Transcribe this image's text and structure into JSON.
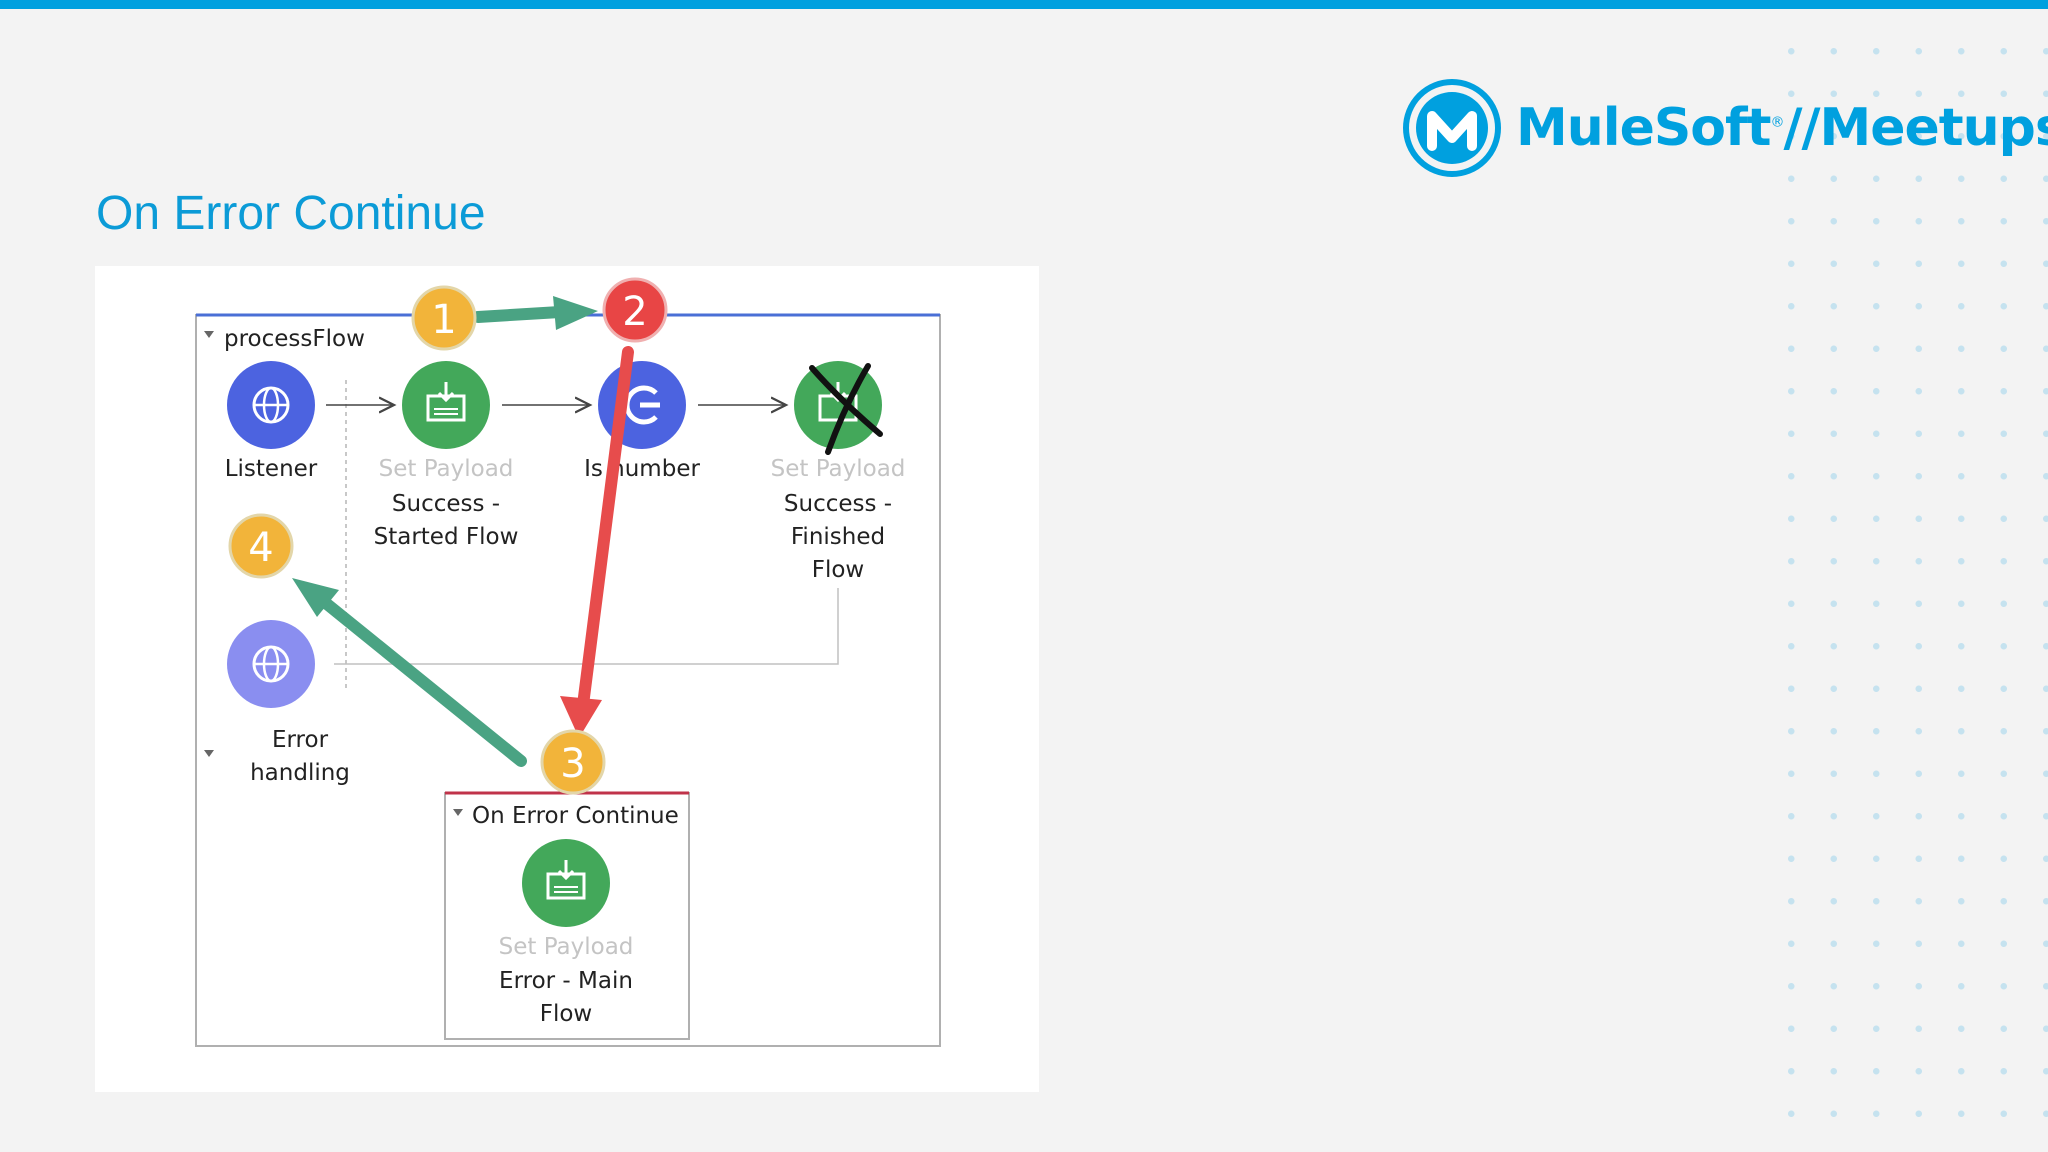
{
  "slide": {
    "title": "On Error Continue",
    "accent_color": "#00a0df"
  },
  "logo": {
    "icon": "mulesoft-m-icon",
    "brand": "MuleSoft",
    "separator": "//",
    "suffix": "Meetups",
    "registered_mark": "®"
  },
  "diagram": {
    "flow_name": "processFlow",
    "steps": {
      "listener": {
        "label": "Listener",
        "icon": "globe-icon"
      },
      "set_payload_start": {
        "type": "Set Payload",
        "line1": "Success -",
        "line2": "Started Flow",
        "icon": "set-payload-icon"
      },
      "is_number": {
        "label": "Is number",
        "icon": "validation-icon"
      },
      "set_payload_finish": {
        "type": "Set Payload",
        "line1": "Success -",
        "line2": "Finished",
        "line3": "Flow",
        "icon": "set-payload-icon",
        "crossed_out": true
      }
    },
    "error_handling": {
      "line1": "Error",
      "line2": "handling",
      "icon": "globe-icon"
    },
    "on_error_continue": {
      "title": "On Error Continue",
      "step": {
        "type": "Set Payload",
        "line1": "Error - Main",
        "line2": "Flow",
        "icon": "set-payload-icon"
      }
    },
    "badges": [
      {
        "label": "1",
        "color": "#f2b43a"
      },
      {
        "label": "2",
        "color": "#e84545"
      },
      {
        "label": "3",
        "color": "#f2b43a"
      },
      {
        "label": "4",
        "color": "#f2b43a"
      }
    ],
    "colors": {
      "mule_blue": "#4c63e0",
      "payload_green": "#43a85a",
      "arrow_green": "#4aa383",
      "arrow_red": "#e74c4c"
    }
  }
}
